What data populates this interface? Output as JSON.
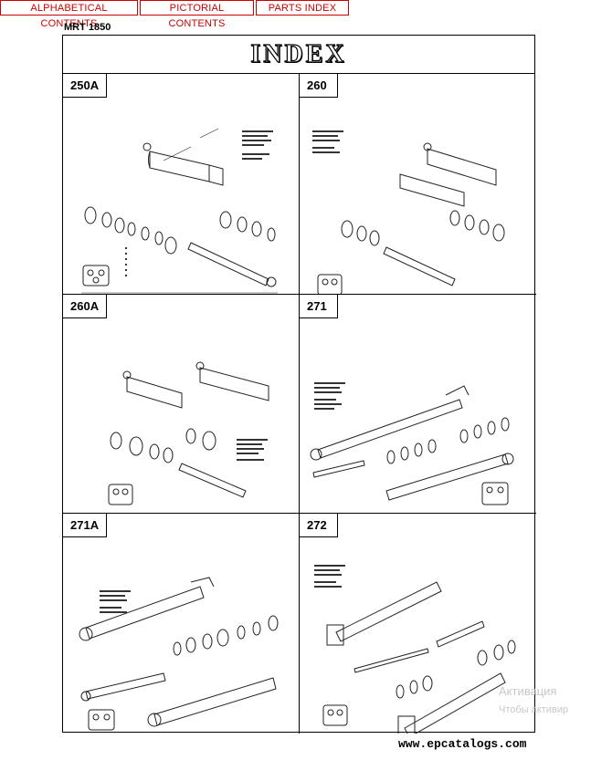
{
  "nav": {
    "alphabetical": "ALPHABETICAL CONTENTS",
    "pictorial": "PICTORIAL CONTENTS",
    "parts_index": "PARTS INDEX"
  },
  "model": "MRT 1850",
  "index_title": "INDEX",
  "cells": [
    {
      "label": "250A"
    },
    {
      "label": "260"
    },
    {
      "label": "260A"
    },
    {
      "label": "271"
    },
    {
      "label": "271A"
    },
    {
      "label": "272"
    }
  ],
  "watermark": {
    "line1": "Активация",
    "line2": "Чтобы активир"
  },
  "site": "www.epcatalogs.com",
  "colors": {
    "nav_accent": "#cc0000",
    "frame": "#000000"
  }
}
